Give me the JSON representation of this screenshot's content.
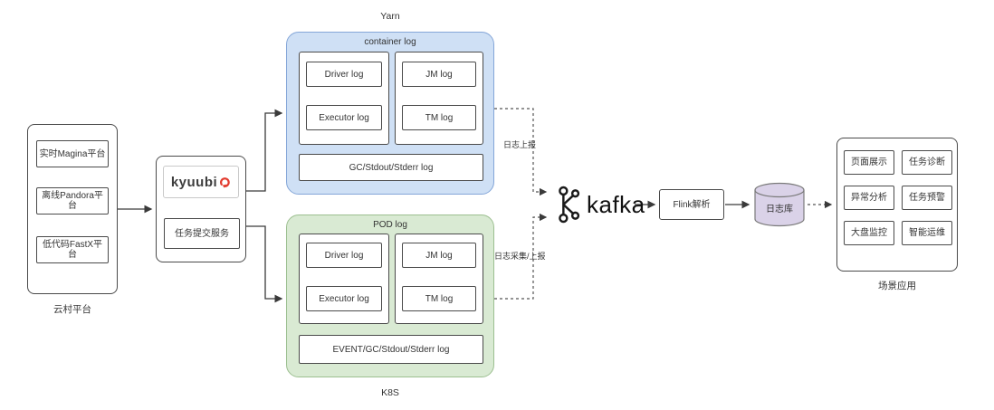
{
  "cloud_platform": {
    "label": "云村平台",
    "items": [
      {
        "label": "实时Magina平台"
      },
      {
        "label": "离线Pandora平台"
      },
      {
        "label": "低代码FastX平台"
      }
    ]
  },
  "submit_service": {
    "logo_text": "kyuubi",
    "service_label": "任务提交服务"
  },
  "yarn_group": {
    "env": "Yarn",
    "title": "container log",
    "driver": "Driver log",
    "executor": "Executor log",
    "jm": "JM log",
    "tm": "TM log",
    "bottom": "GC/Stdout/Stderr log"
  },
  "k8s_group": {
    "env": "K8S",
    "title": "POD log",
    "driver": "Driver log",
    "executor": "Executor log",
    "jm": "JM log",
    "tm": "TM log",
    "bottom": "EVENT/GC/Stdout/Stderr log"
  },
  "flows": {
    "yarn_to_kafka": "日志上报",
    "k8s_to_kafka": "日志采集/上报"
  },
  "kafka": {
    "label": "kafka"
  },
  "flink": {
    "label": "Flink解析"
  },
  "log_store": {
    "label": "日志库"
  },
  "scenario_apps": {
    "label": "场景应用",
    "items": [
      {
        "label": "页面展示"
      },
      {
        "label": "任务诊断"
      },
      {
        "label": "异常分析"
      },
      {
        "label": "任务预警"
      },
      {
        "label": "大盘监控"
      },
      {
        "label": "智能运维"
      }
    ]
  },
  "colors": {
    "yarn_fill": "#cfe0f5",
    "k8s_fill": "#d9ead3",
    "store_fill": "#dad2e8",
    "accent_red": "#e23b2e"
  }
}
